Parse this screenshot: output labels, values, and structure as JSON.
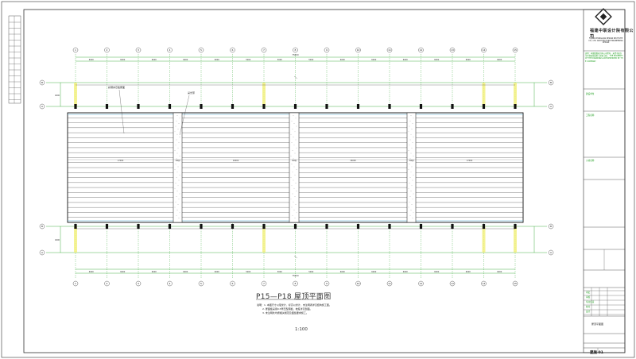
{
  "drawing": {
    "title": "P15—P18 屋顶平面图",
    "scale": "1:100",
    "notes": [
      "说明：1. 本图尺寸以毫米计，标高以米计，未注明者详见结构施工图。",
      "2. 屋面板采用0.5厚压型钢板，坡度详见剖面。",
      "3. 未注明处均按相关规范及图集要求施工。"
    ],
    "callouts": [
      "彩钢夹芯板屋面",
      "采光带"
    ],
    "axis_numbers": [
      "1",
      "2",
      "3",
      "4",
      "5",
      "6",
      "7",
      "8",
      "9",
      "10",
      "11",
      "12",
      "13",
      "14",
      "15"
    ],
    "axis_letters_top": [
      "B",
      "A"
    ],
    "axis_letters_bottom": [
      "B",
      "A"
    ],
    "overall_dim": "75000",
    "bay_dims": [
      "6000",
      "6000",
      "6000",
      "6000",
      "6000",
      "5000",
      "5000",
      "5000",
      "6000",
      "6000",
      "6000",
      "6000",
      "6000",
      "6000"
    ],
    "panel_dims": [
      "17000",
      "3000",
      "16000",
      "3000",
      "16000",
      "3000",
      "17000"
    ],
    "side_dim": "4000"
  },
  "title_block": {
    "company_cn": "福建中联设计院有限公司",
    "company_en": "FUJIAN ZHONGLIAN DESIGN INSTITUTE CO., LTD. ARCHITECTURE ENGINEERING DESIGN",
    "green_notes": "说明：本图纸版权归本公司所有，未经书面许可不得复制或用于其他工程。 THE PROPERTY OF THE DRAWINGS ARE RESERVED BY THE COMPANY.",
    "fields": [
      {
        "label": "建设单位",
        "value": ""
      },
      {
        "label": "工程名称",
        "value": ""
      },
      {
        "label": "子项名称",
        "value": ""
      },
      {
        "label": "审定",
        "value": ""
      },
      {
        "label": "审核",
        "value": ""
      },
      {
        "label": "专业负责",
        "value": ""
      },
      {
        "label": "校对",
        "value": ""
      },
      {
        "label": "设计",
        "value": ""
      }
    ],
    "drawing_name": "屋顶平面图",
    "sheet_number": "建施 01"
  },
  "colors": {
    "axis_green": "#1a9c1a",
    "frame": "#333333",
    "roof_lines": "#444444",
    "column": "#111111"
  }
}
